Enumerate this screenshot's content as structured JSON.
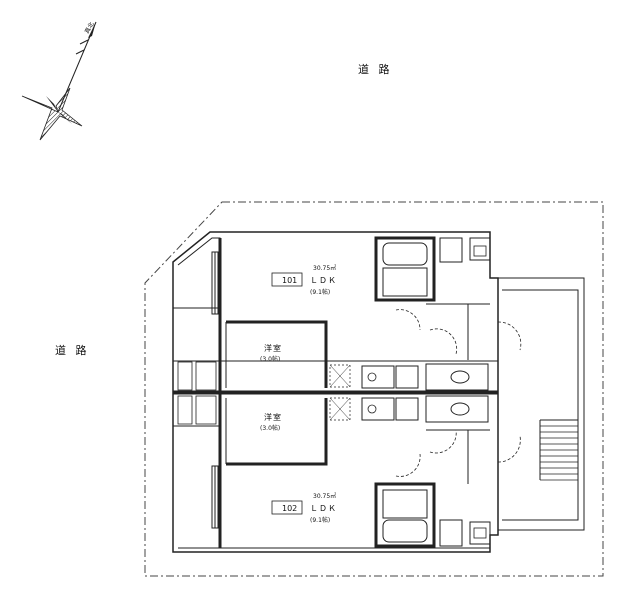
{
  "compass": {
    "label": "真北",
    "icon": "north-arrow-icon"
  },
  "roads": {
    "north": "道 路",
    "west": "道 路"
  },
  "units": [
    {
      "number": "101",
      "area": "30.75㎡",
      "type": "ＬＤＫ",
      "ldk_size": "(9.1帖)",
      "bedroom_label": "洋室",
      "bedroom_size": "(3.0帖)"
    },
    {
      "number": "102",
      "area": "30.75㎡",
      "type": "ＬＤＫ",
      "ldk_size": "(9.1帖)",
      "bedroom_label": "洋室",
      "bedroom_size": "(3.0帖)"
    }
  ]
}
